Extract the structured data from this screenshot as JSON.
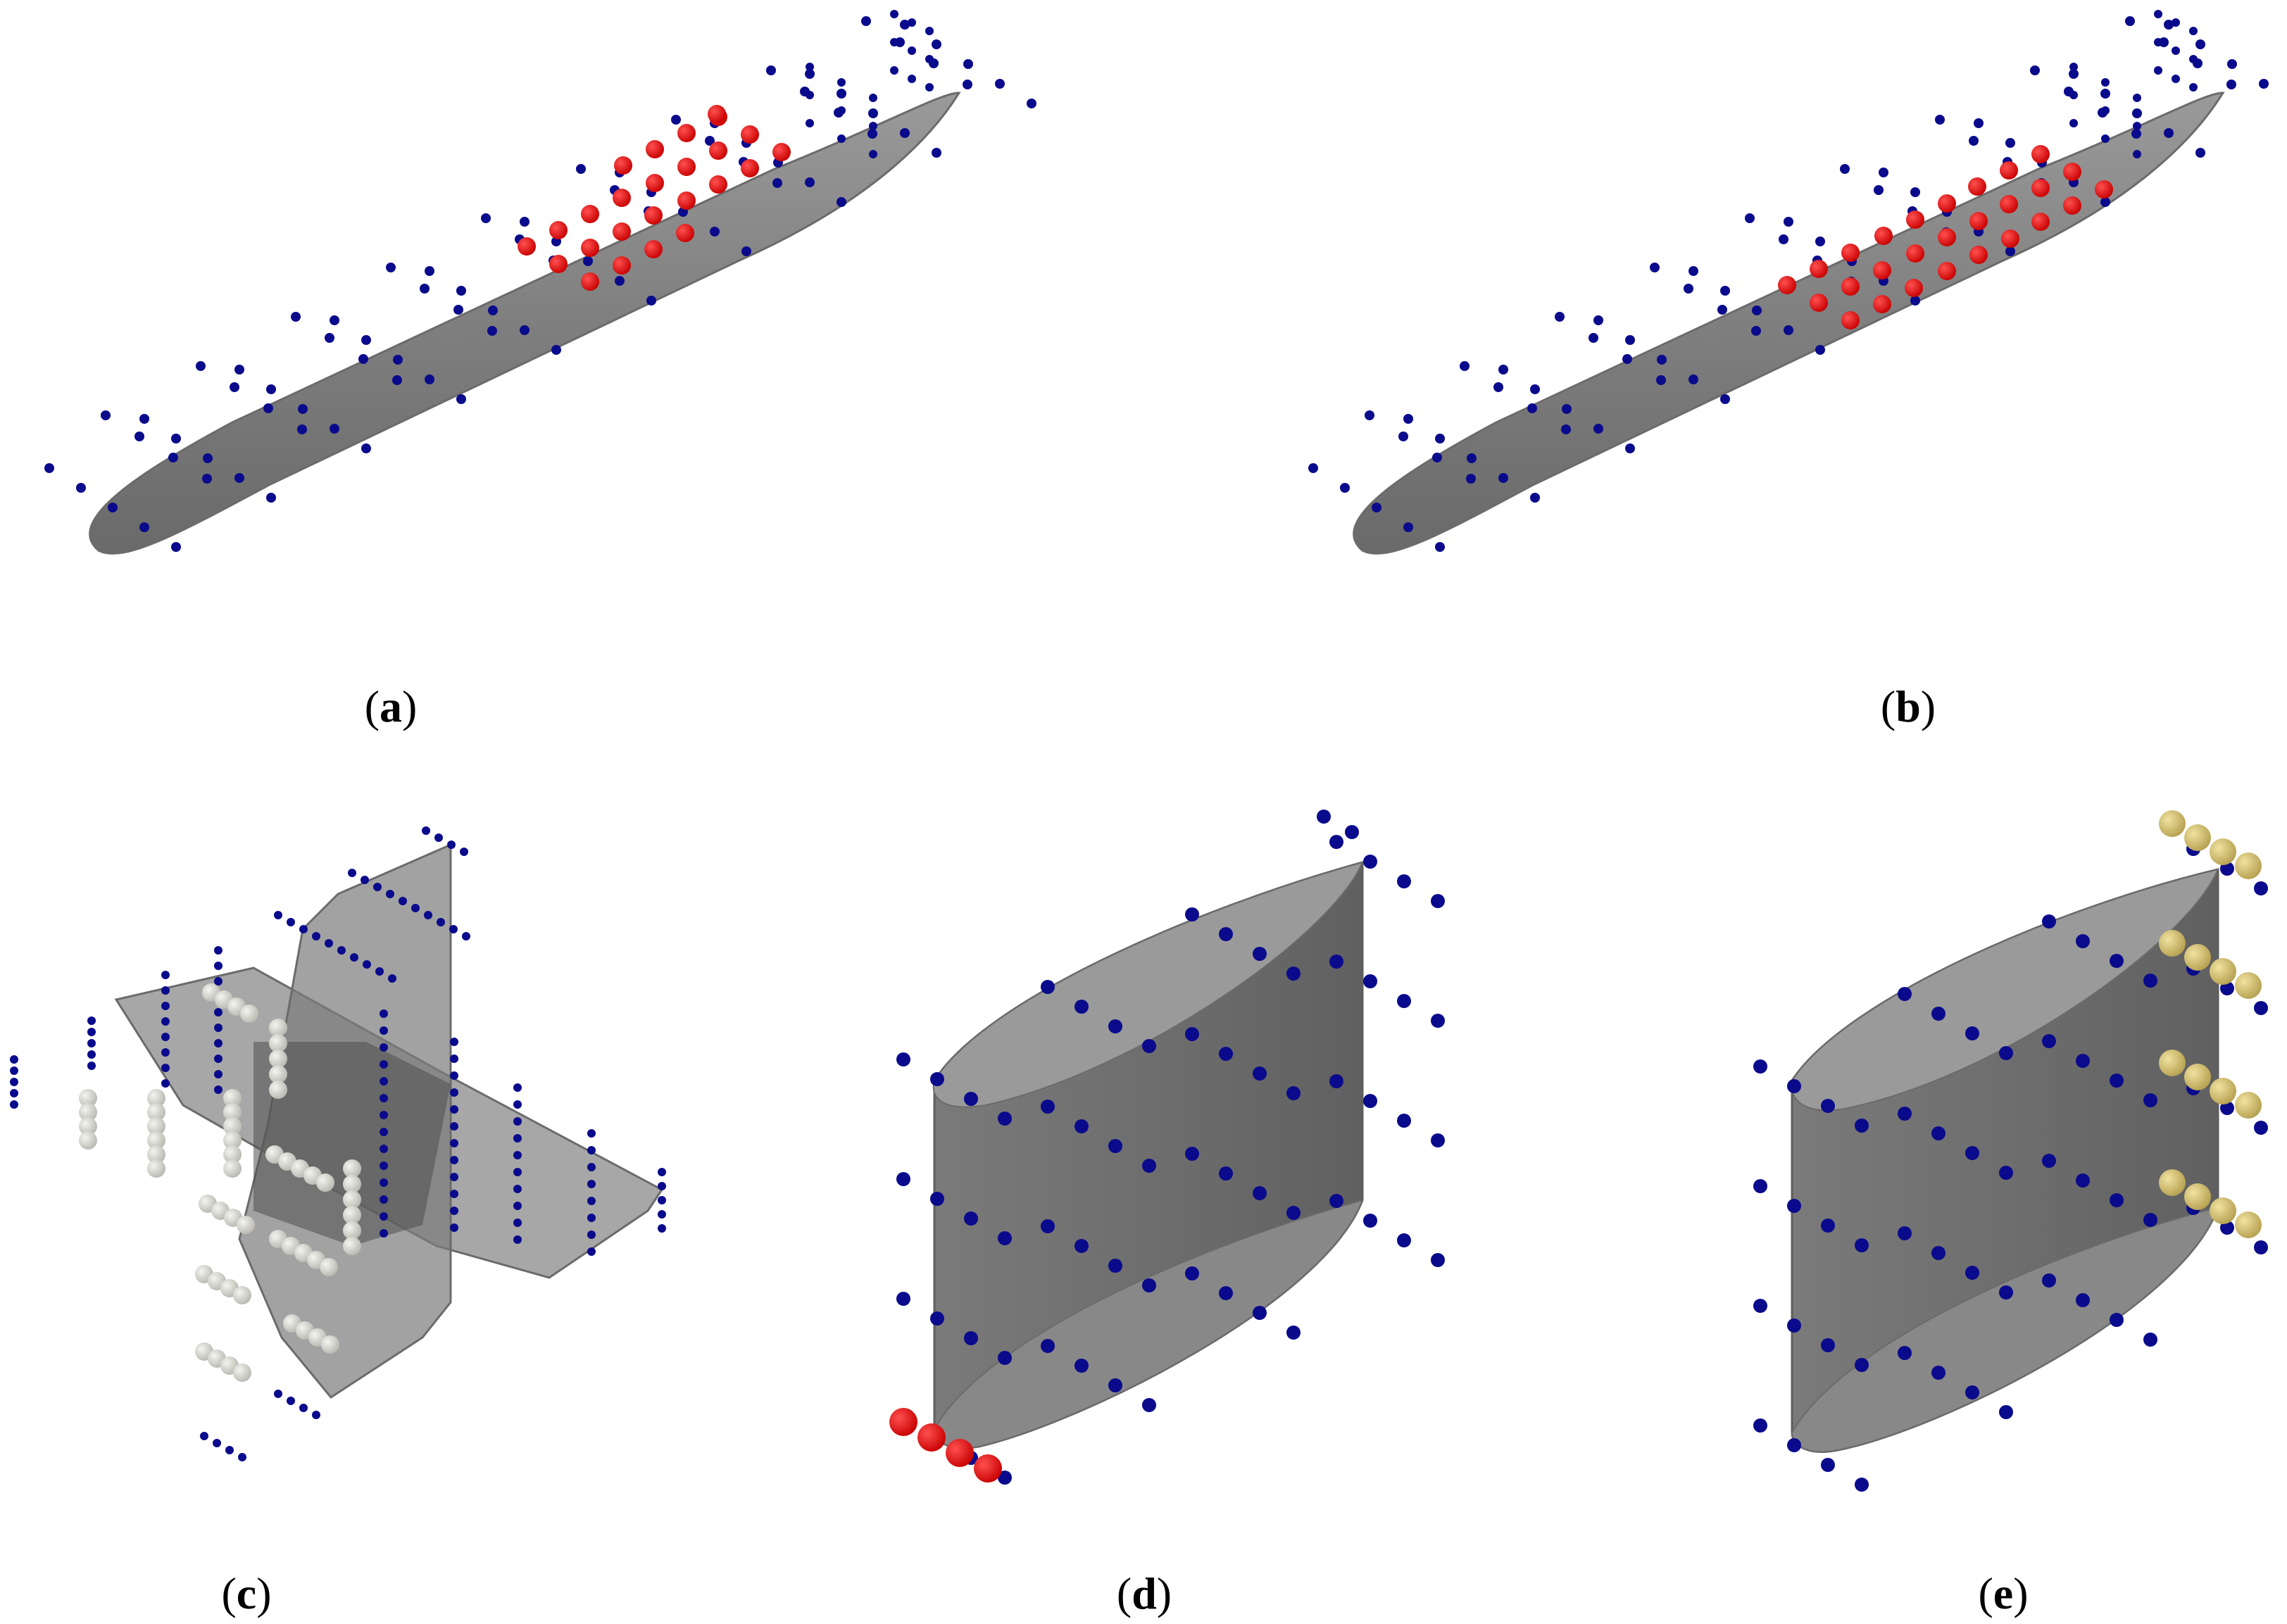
{
  "figure": {
    "panels": [
      {
        "id": "a",
        "label_open": "(",
        "letter": "a",
        "label_close": ")"
      },
      {
        "id": "b",
        "label_open": "(",
        "letter": "b",
        "label_close": ")"
      },
      {
        "id": "c",
        "label_open": "(",
        "letter": "c",
        "label_close": ")"
      },
      {
        "id": "d",
        "label_open": "(",
        "letter": "d",
        "label_close": ")"
      },
      {
        "id": "e",
        "label_open": "(",
        "letter": "e",
        "label_close": ")"
      }
    ],
    "colors": {
      "shape_fill": "#808080",
      "shape_edge": "#6b6b6b",
      "control_point": "#0a0a8c",
      "active_point": "#e00000",
      "inactive_point": "#cfcfc8",
      "fixed_point": "#c9b86a"
    },
    "icons": {
      "shape": "ellipsoid-hull-shape",
      "wing": "wing-segment-shape",
      "point": "control-point-marker"
    }
  }
}
